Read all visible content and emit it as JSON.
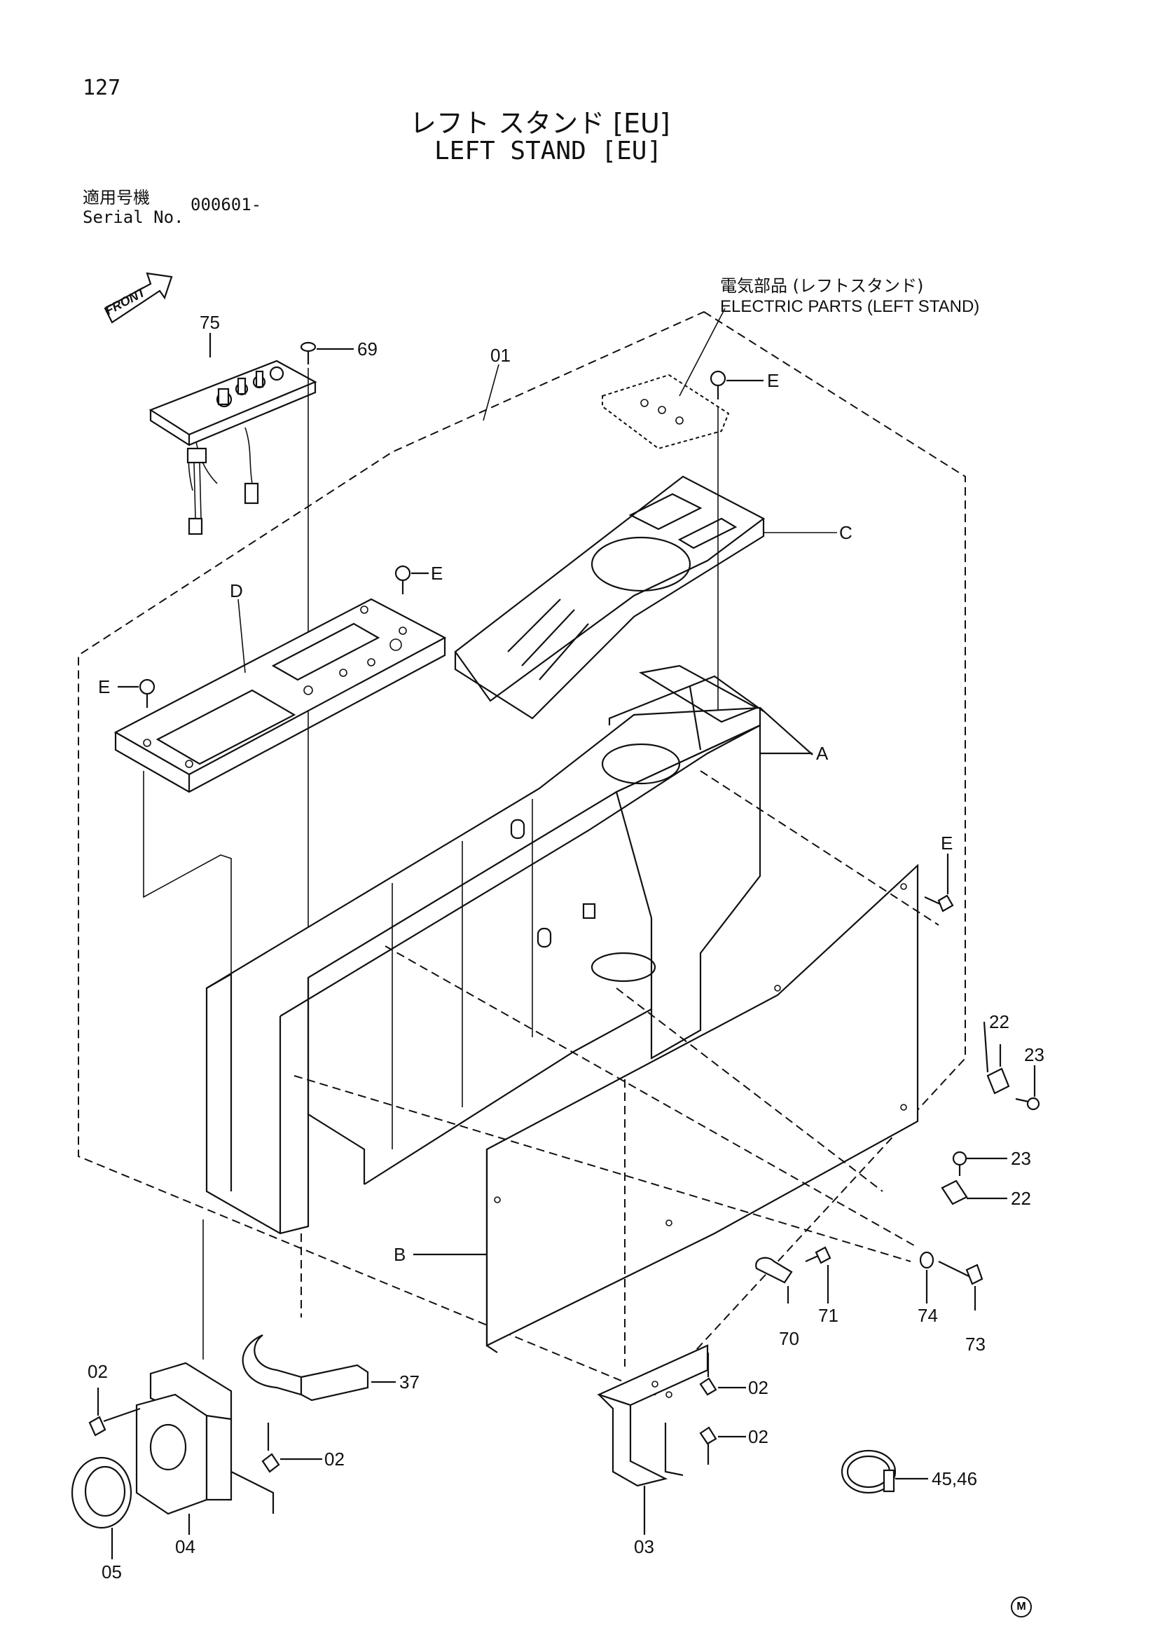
{
  "page_number": "127",
  "title_jp": "レフト スタンド [EU]",
  "title_en": "LEFT STAND [EU]",
  "serial": {
    "label_jp": "適用号機",
    "label_en": "Serial No.",
    "value": "000601-"
  },
  "front_arrow_label": "FRONT",
  "electric_parts": {
    "label_jp": "電気部品 (レフトスタンド)",
    "label_en": "ELECTRIC PARTS (LEFT STAND)"
  },
  "callouts": {
    "c75": "75",
    "c69": "69",
    "c01": "01",
    "cE_top": "E",
    "cC": "C",
    "cE_mid": "E",
    "cD": "D",
    "cE_left": "E",
    "cA": "A",
    "cE_right": "E",
    "c22_top": "22",
    "c23_top": "23",
    "c23_bot": "23",
    "c22_bot": "22",
    "cB": "B",
    "c71": "71",
    "c70": "70",
    "c74": "74",
    "c73": "73",
    "c37": "37",
    "c02_left": "02",
    "c02_mid": "02",
    "c02_r1": "02",
    "c02_r2": "02",
    "c04": "04",
    "c05": "05",
    "c03": "03",
    "c4546": "45,46"
  },
  "maker_mark": "M"
}
